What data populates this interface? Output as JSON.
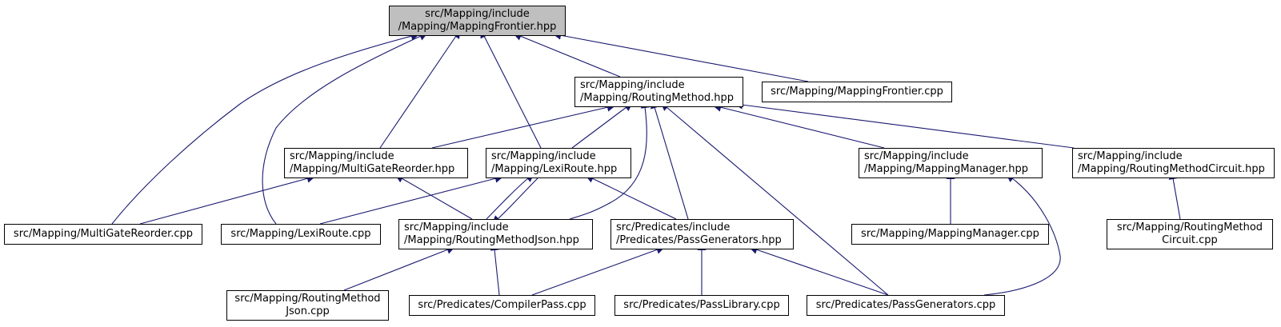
{
  "colors": {
    "edge": "#191970",
    "node_border": "#000000",
    "root_fill": "#bfbfbf",
    "node_fill": "#ffffff"
  },
  "nodes": {
    "mappingfrontier_hpp": {
      "lines": [
        "src/Mapping/include",
        "/Mapping/MappingFrontier.hpp"
      ]
    },
    "routingmethod_hpp": {
      "lines": [
        "src/Mapping/include",
        "/Mapping/RoutingMethod.hpp"
      ]
    },
    "mappingfrontier_cpp": {
      "lines": [
        "src/Mapping/MappingFrontier.cpp"
      ]
    },
    "multigatereorder_hpp": {
      "lines": [
        "src/Mapping/include",
        "/Mapping/MultiGateReorder.hpp"
      ]
    },
    "lexiroute_hpp": {
      "lines": [
        "src/Mapping/include",
        "/Mapping/LexiRoute.hpp"
      ]
    },
    "mappingmanager_hpp": {
      "lines": [
        "src/Mapping/include",
        "/Mapping/MappingManager.hpp"
      ]
    },
    "routingmethodcircuit_hpp": {
      "lines": [
        "src/Mapping/include",
        "/Mapping/RoutingMethodCircuit.hpp"
      ]
    },
    "multigatereorder_cpp": {
      "lines": [
        "src/Mapping/MultiGateReorder.cpp"
      ]
    },
    "lexiroute_cpp": {
      "lines": [
        "src/Mapping/LexiRoute.cpp"
      ]
    },
    "routingmethodjson_hpp": {
      "lines": [
        "src/Mapping/include",
        "/Mapping/RoutingMethodJson.hpp"
      ]
    },
    "passgenerators_hpp": {
      "lines": [
        "src/Predicates/include",
        "/Predicates/PassGenerators.hpp"
      ]
    },
    "mappingmanager_cpp": {
      "lines": [
        "src/Mapping/MappingManager.cpp"
      ]
    },
    "routingmethodcircuit_cpp": {
      "lines": [
        "src/Mapping/RoutingMethod",
        "Circuit.cpp"
      ]
    },
    "routingmethodjson_cpp": {
      "lines": [
        "src/Mapping/RoutingMethod",
        "Json.cpp"
      ]
    },
    "compilerpass_cpp": {
      "lines": [
        "src/Predicates/CompilerPass.cpp"
      ]
    },
    "passlibrary_cpp": {
      "lines": [
        "src/Predicates/PassLibrary.cpp"
      ]
    },
    "passgenerators_cpp": {
      "lines": [
        "src/Predicates/PassGenerators.cpp"
      ]
    }
  },
  "edges": [
    {
      "from": "mappingfrontier_hpp",
      "to": "multigatereorder_cpp"
    },
    {
      "from": "mappingfrontier_hpp",
      "to": "lexiroute_cpp"
    },
    {
      "from": "mappingfrontier_hpp",
      "to": "multigatereorder_hpp"
    },
    {
      "from": "mappingfrontier_hpp",
      "to": "lexiroute_hpp"
    },
    {
      "from": "mappingfrontier_hpp",
      "to": "routingmethod_hpp"
    },
    {
      "from": "mappingfrontier_hpp",
      "to": "mappingfrontier_cpp"
    },
    {
      "from": "routingmethod_hpp",
      "to": "multigatereorder_hpp"
    },
    {
      "from": "routingmethod_hpp",
      "to": "lexiroute_hpp"
    },
    {
      "from": "routingmethod_hpp",
      "to": "routingmethodjson_hpp"
    },
    {
      "from": "routingmethod_hpp",
      "to": "passgenerators_hpp"
    },
    {
      "from": "routingmethod_hpp",
      "to": "passgenerators_cpp"
    },
    {
      "from": "routingmethod_hpp",
      "to": "mappingmanager_hpp"
    },
    {
      "from": "routingmethod_hpp",
      "to": "routingmethodcircuit_hpp"
    },
    {
      "from": "multigatereorder_hpp",
      "to": "multigatereorder_cpp"
    },
    {
      "from": "multigatereorder_hpp",
      "to": "routingmethodjson_hpp"
    },
    {
      "from": "lexiroute_hpp",
      "to": "lexiroute_cpp"
    },
    {
      "from": "lexiroute_hpp",
      "to": "routingmethodjson_hpp"
    },
    {
      "from": "routingmethodjson_hpp",
      "to": "lexiroute_hpp"
    },
    {
      "from": "lexiroute_hpp",
      "to": "passgenerators_hpp"
    },
    {
      "from": "mappingmanager_hpp",
      "to": "mappingmanager_cpp"
    },
    {
      "from": "mappingmanager_hpp",
      "to": "passgenerators_cpp"
    },
    {
      "from": "routingmethodcircuit_hpp",
      "to": "routingmethodcircuit_cpp"
    },
    {
      "from": "routingmethodjson_hpp",
      "to": "routingmethodjson_cpp"
    },
    {
      "from": "routingmethodjson_hpp",
      "to": "compilerpass_cpp"
    },
    {
      "from": "passgenerators_hpp",
      "to": "compilerpass_cpp"
    },
    {
      "from": "passgenerators_hpp",
      "to": "passlibrary_cpp"
    },
    {
      "from": "passgenerators_hpp",
      "to": "passgenerators_cpp"
    }
  ]
}
